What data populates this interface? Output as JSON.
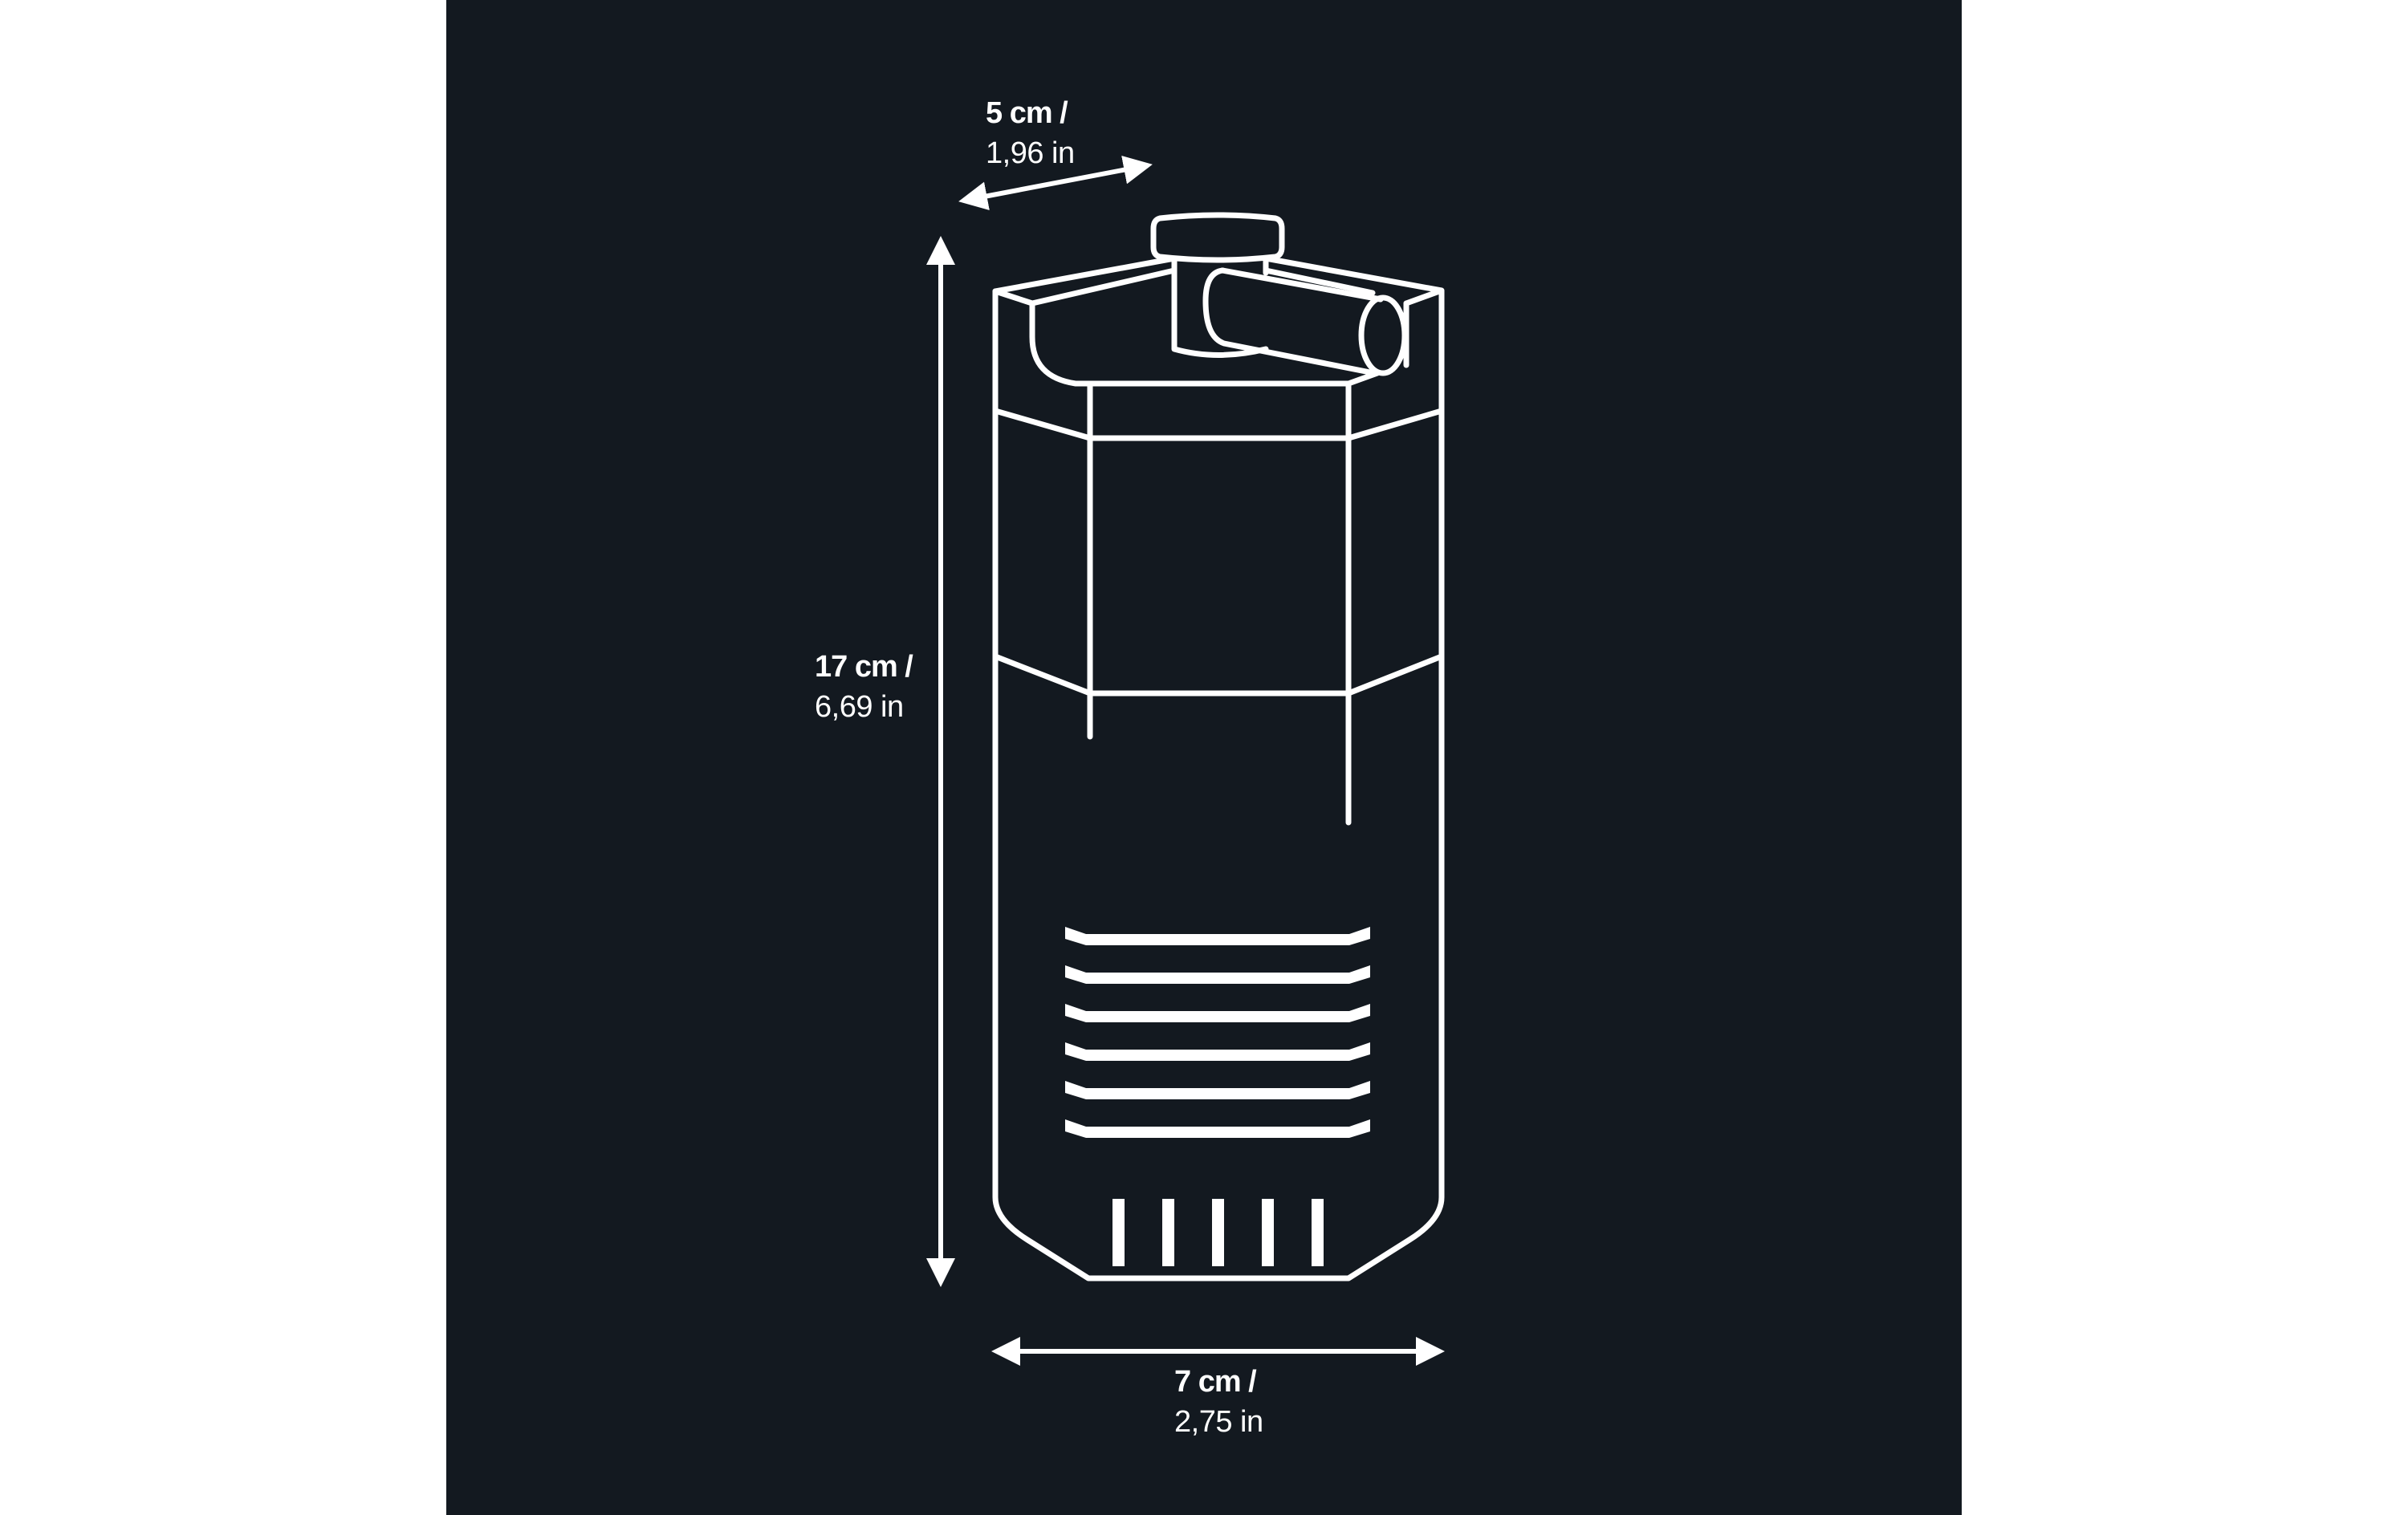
{
  "colors": {
    "background": "#ffffff",
    "panel": "#131920",
    "stroke": "#ffffff"
  },
  "product": "aquarium-internal-filter",
  "dimensions": {
    "depth": {
      "metric": "5 cm /",
      "imperial": "1,96 in"
    },
    "height": {
      "metric": "17 cm /",
      "imperial": "6,69 in"
    },
    "width": {
      "metric": "7 cm /",
      "imperial": "2,75 in"
    }
  }
}
